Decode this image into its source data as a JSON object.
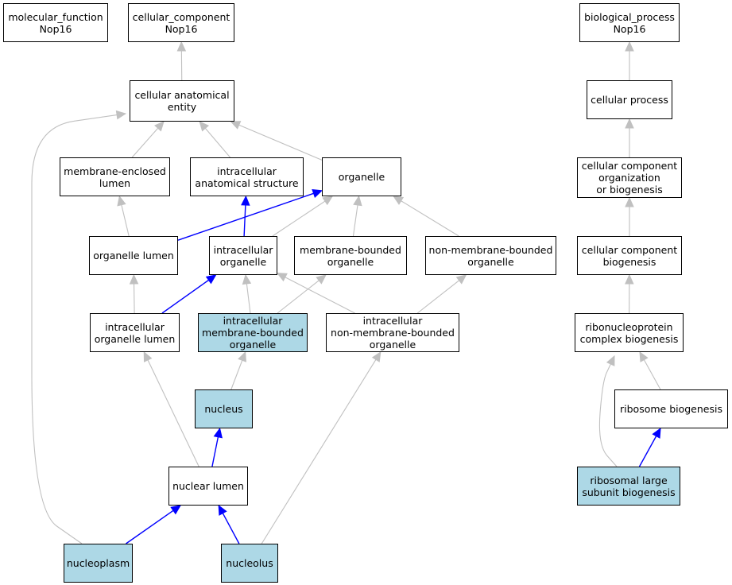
{
  "colors": {
    "highlight": "#add8e6",
    "edge_gray": "#c0c0c0",
    "edge_blue": "#0000ff",
    "node_border": "#000000"
  },
  "nodes": [
    {
      "id": "molecular_function",
      "label": "molecular_function\nNop16",
      "highlight": false
    },
    {
      "id": "cellular_component",
      "label": "cellular_component\nNop16",
      "highlight": false
    },
    {
      "id": "biological_process",
      "label": "biological_process\nNop16",
      "highlight": false
    },
    {
      "id": "cellular_anatomical_entity",
      "label": "cellular anatomical\nentity",
      "highlight": false
    },
    {
      "id": "cellular_process",
      "label": "cellular process",
      "highlight": false
    },
    {
      "id": "membrane_enclosed_lumen",
      "label": "membrane-enclosed\nlumen",
      "highlight": false
    },
    {
      "id": "intracellular_anatomical_structure",
      "label": "intracellular\nanatomical structure",
      "highlight": false
    },
    {
      "id": "organelle",
      "label": "organelle",
      "highlight": false
    },
    {
      "id": "ccob",
      "label": "cellular component\norganization\nor biogenesis",
      "highlight": false
    },
    {
      "id": "organelle_lumen",
      "label": "organelle lumen",
      "highlight": false
    },
    {
      "id": "intracellular_organelle",
      "label": "intracellular\norganelle",
      "highlight": false
    },
    {
      "id": "membrane_bounded_organelle",
      "label": "membrane-bounded\norganelle",
      "highlight": false
    },
    {
      "id": "non_membrane_bounded_organelle",
      "label": "non-membrane-bounded\norganelle",
      "highlight": false
    },
    {
      "id": "ccb",
      "label": "cellular component\nbiogenesis",
      "highlight": false
    },
    {
      "id": "intracellular_organelle_lumen",
      "label": "intracellular\norganelle lumen",
      "highlight": false
    },
    {
      "id": "imbo",
      "label": "intracellular\nmembrane-bounded\norganelle",
      "highlight": true
    },
    {
      "id": "inmbo",
      "label": "intracellular\nnon-membrane-bounded\norganelle",
      "highlight": false
    },
    {
      "id": "rcb",
      "label": "ribonucleoprotein\ncomplex biogenesis",
      "highlight": false
    },
    {
      "id": "nucleus",
      "label": "nucleus",
      "highlight": true
    },
    {
      "id": "ribosome_biogenesis",
      "label": "ribosome biogenesis",
      "highlight": false
    },
    {
      "id": "nuclear_lumen",
      "label": "nuclear lumen",
      "highlight": false
    },
    {
      "id": "rlsb",
      "label": "ribosomal large\nsubunit biogenesis",
      "highlight": true
    },
    {
      "id": "nucleoplasm",
      "label": "nucleoplasm",
      "highlight": true
    },
    {
      "id": "nucleolus",
      "label": "nucleolus",
      "highlight": true
    }
  ],
  "edges": [
    {
      "from": "cellular_anatomical_entity",
      "to": "cellular_component",
      "color": "gray"
    },
    {
      "from": "cellular_process",
      "to": "biological_process",
      "color": "gray"
    },
    {
      "from": "membrane_enclosed_lumen",
      "to": "cellular_anatomical_entity",
      "color": "gray"
    },
    {
      "from": "intracellular_anatomical_structure",
      "to": "cellular_anatomical_entity",
      "color": "gray"
    },
    {
      "from": "organelle",
      "to": "cellular_anatomical_entity",
      "color": "gray"
    },
    {
      "from": "nucleoplasm",
      "to": "cellular_anatomical_entity",
      "color": "gray"
    },
    {
      "from": "ccob",
      "to": "cellular_process",
      "color": "gray"
    },
    {
      "from": "organelle_lumen",
      "to": "membrane_enclosed_lumen",
      "color": "gray"
    },
    {
      "from": "organelle_lumen",
      "to": "organelle",
      "color": "blue"
    },
    {
      "from": "intracellular_organelle",
      "to": "intracellular_anatomical_structure",
      "color": "blue"
    },
    {
      "from": "intracellular_organelle",
      "to": "organelle",
      "color": "gray"
    },
    {
      "from": "membrane_bounded_organelle",
      "to": "organelle",
      "color": "gray"
    },
    {
      "from": "non_membrane_bounded_organelle",
      "to": "organelle",
      "color": "gray"
    },
    {
      "from": "ccb",
      "to": "ccob",
      "color": "gray"
    },
    {
      "from": "intracellular_organelle_lumen",
      "to": "organelle_lumen",
      "color": "gray"
    },
    {
      "from": "intracellular_organelle_lumen",
      "to": "intracellular_organelle",
      "color": "blue"
    },
    {
      "from": "imbo",
      "to": "intracellular_organelle",
      "color": "gray"
    },
    {
      "from": "imbo",
      "to": "membrane_bounded_organelle",
      "color": "gray"
    },
    {
      "from": "inmbo",
      "to": "intracellular_organelle",
      "color": "gray"
    },
    {
      "from": "inmbo",
      "to": "non_membrane_bounded_organelle",
      "color": "gray"
    },
    {
      "from": "rcb",
      "to": "ccb",
      "color": "gray"
    },
    {
      "from": "nucleus",
      "to": "imbo",
      "color": "gray"
    },
    {
      "from": "ribosome_biogenesis",
      "to": "rcb",
      "color": "gray"
    },
    {
      "from": "nuclear_lumen",
      "to": "intracellular_organelle_lumen",
      "color": "gray"
    },
    {
      "from": "nuclear_lumen",
      "to": "nucleus",
      "color": "blue"
    },
    {
      "from": "rlsb",
      "to": "rcb",
      "color": "gray"
    },
    {
      "from": "rlsb",
      "to": "ribosome_biogenesis",
      "color": "blue"
    },
    {
      "from": "nucleoplasm",
      "to": "nuclear_lumen",
      "color": "blue"
    },
    {
      "from": "nucleolus",
      "to": "nuclear_lumen",
      "color": "blue"
    },
    {
      "from": "nucleolus",
      "to": "inmbo",
      "color": "gray"
    }
  ]
}
